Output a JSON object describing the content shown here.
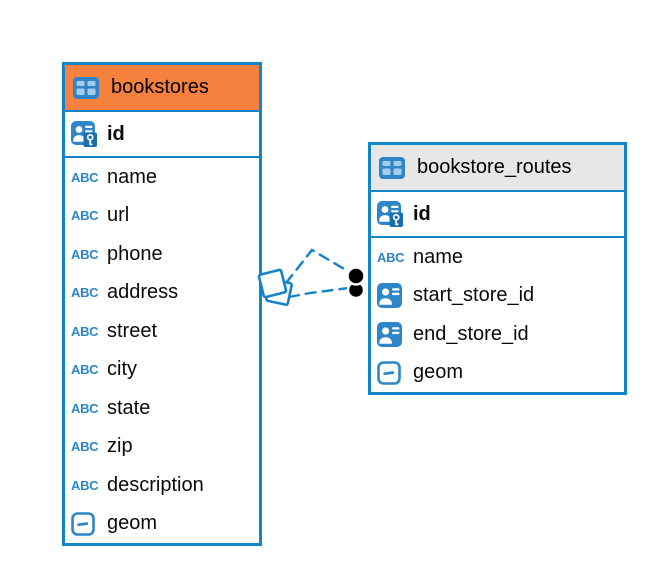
{
  "colors": {
    "table_border_blue": "#1583C7",
    "bookstores_header_orange": "#F6813F",
    "routes_header_gray": "#E7E7E6",
    "icon_blue": "#2E86C8",
    "icon_key_panel_blue": "#1B6FAE",
    "icon_cell_light_blue": "#A6CCEA",
    "relationship_line_blue": "#1583C7",
    "endpoint_dot_black": "#000000",
    "text_black": "#0A0A0A"
  },
  "icons": {
    "table_icon": "table-grid",
    "primary_key_icon": "person-badge-with-key",
    "reference_icon": "person-badge",
    "text_type_label": "ABC",
    "geometry_icon": "box-with-dash"
  },
  "tables": {
    "bookstores": {
      "title": "bookstores",
      "primary_key": "id",
      "fields": [
        {
          "name": "name",
          "type": "text"
        },
        {
          "name": "url",
          "type": "text"
        },
        {
          "name": "phone",
          "type": "text"
        },
        {
          "name": "address",
          "type": "text"
        },
        {
          "name": "street",
          "type": "text"
        },
        {
          "name": "city",
          "type": "text"
        },
        {
          "name": "state",
          "type": "text"
        },
        {
          "name": "zip",
          "type": "text"
        },
        {
          "name": "description",
          "type": "text"
        },
        {
          "name": "geom",
          "type": "geometry"
        }
      ]
    },
    "bookstore_routes": {
      "title": "bookstore_routes",
      "primary_key": "id",
      "fields": [
        {
          "name": "name",
          "type": "text"
        },
        {
          "name": "start_store_id",
          "type": "reference"
        },
        {
          "name": "end_store_id",
          "type": "reference"
        },
        {
          "name": "geom",
          "type": "geometry"
        }
      ]
    }
  },
  "relationships": [
    {
      "from_table": "bookstores",
      "to_table": "bookstore_routes",
      "line_style": "dashed",
      "source_marker": "diamond",
      "target_marker": "dot"
    },
    {
      "from_table": "bookstores",
      "to_table": "bookstore_routes",
      "line_style": "dashed",
      "source_marker": "diamond",
      "target_marker": "dot"
    }
  ]
}
